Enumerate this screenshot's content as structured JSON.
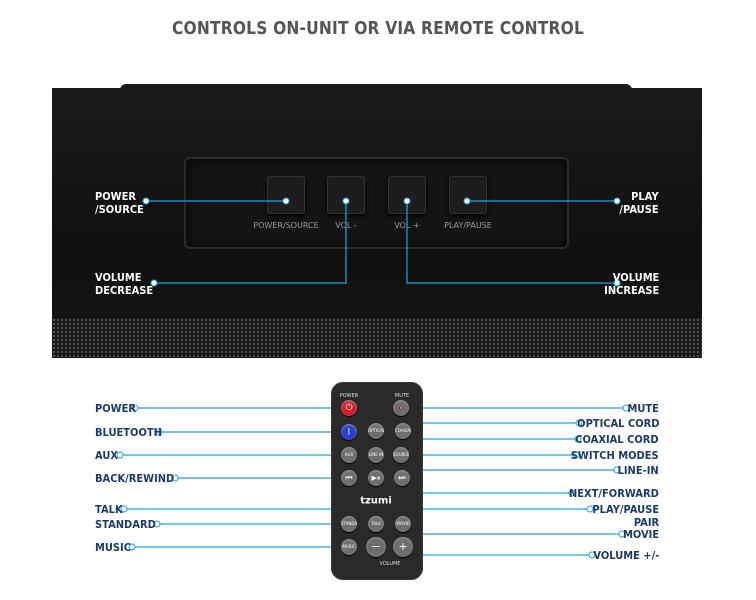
{
  "title": "CONTROLS ON-UNIT OR VIA REMOTE CONTROL",
  "colors": {
    "line_color": "#1fa3e0",
    "label_color": "#1b3a6b",
    "unit_body": "#141414",
    "power_red": "#d0202a",
    "bluetooth_blue": "#2a3fcf"
  },
  "unit": {
    "button_labels": [
      "POWER/SOURCE",
      "VOL -",
      "VOL +",
      "PLAY/PAUSE"
    ],
    "callouts": {
      "power_source": [
        "POWER",
        "/SOURCE"
      ],
      "play_pause": [
        "PLAY",
        "/PAUSE"
      ],
      "volume_decrease": [
        "VOLUME",
        "DECREASE"
      ],
      "volume_increase": [
        "VOLUME",
        "INCREASE"
      ]
    }
  },
  "remote": {
    "brand": "tzumi",
    "top_labels": {
      "power": "POWER",
      "mute": "MUTE"
    },
    "volume_label": "VOLUME",
    "button_text": {
      "power": "⏻",
      "mute": "🔇",
      "bluetooth": "ᛒ",
      "optical": "OPTICAL",
      "coaxial": "COAXIAL",
      "aux": "AUX",
      "line_in": "LINE IN",
      "source": "SOURCE",
      "prev": "⏮",
      "play": "▶⏸",
      "next": "⏭",
      "talk": "TALK",
      "movie": "MOVIE",
      "standard": "STANDARD",
      "music": "MUSIC",
      "vol_minus": "−",
      "vol_plus": "+"
    },
    "left_callouts": {
      "power": "POWER",
      "bluetooth": "BLUETOOTH",
      "aux": "AUX",
      "back": "BACK/REWIND",
      "talk": "TALK",
      "standard": "STANDARD",
      "music": "MUSIC"
    },
    "right_callouts": {
      "mute": "MUTE",
      "optical": "OPTICAL CORD",
      "coaxial": "COAXIAL CORD",
      "switch": "SWITCH MODES",
      "line_in": "LINE-IN",
      "next": "NEXT/FORWARD",
      "play": "PLAY/PAUSE",
      "pair": "PAIR",
      "movie": "MOVIE",
      "volume": "VOLUME +/-"
    }
  }
}
